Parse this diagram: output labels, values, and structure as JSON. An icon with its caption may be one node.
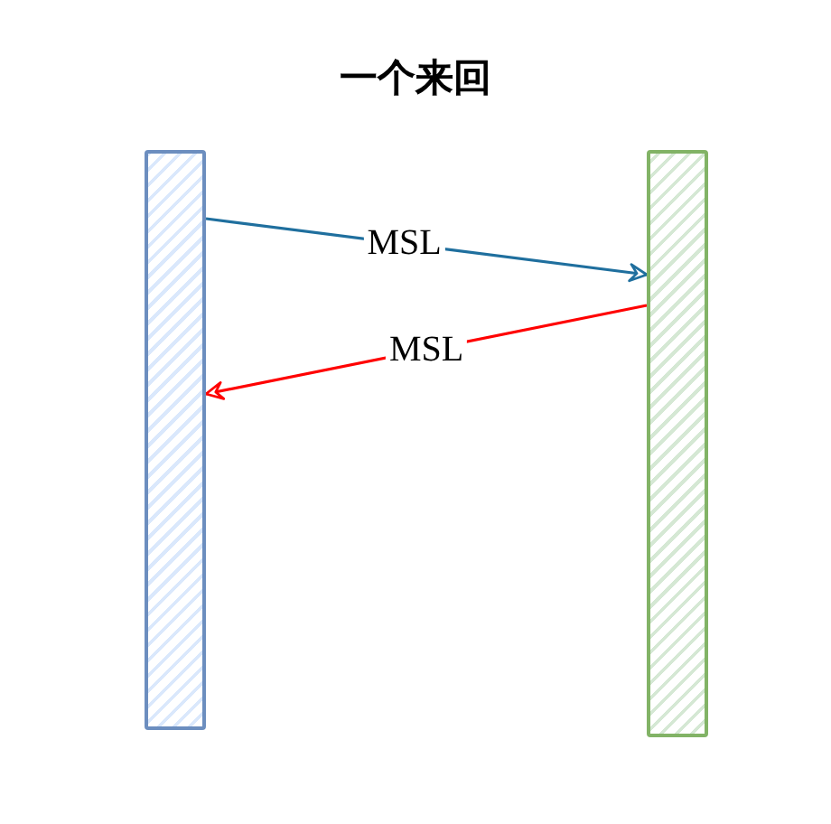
{
  "diagram": {
    "title": "一个来回",
    "nodes": [
      {
        "text": [],
        "shape": "bar"
      },
      {
        "text": [],
        "shape": "bar"
      }
    ],
    "edges": [
      {
        "from": 0,
        "to": 1,
        "arrow": "to",
        "label": "MSL",
        "color": "#1f6f9e"
      },
      {
        "from": 1,
        "to": 0,
        "arrow": "to",
        "label": "MSL",
        "color": "#ff0000"
      }
    ]
  }
}
